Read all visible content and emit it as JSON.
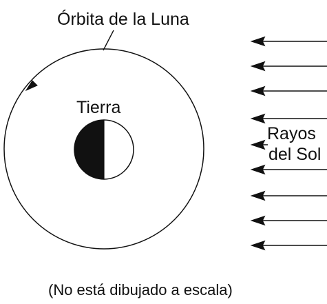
{
  "labels": {
    "orbit": "Órbita de la Luna",
    "earth": "Tierra",
    "rays_line1": "Rayos",
    "rays_line2": "del Sol",
    "note": "(No está dibujado a escala)"
  },
  "colors": {
    "stroke": "#111111",
    "earth_dark_half": "#111111",
    "earth_light_half": "#ffffff",
    "background": "#ffffff"
  },
  "icons": {
    "orbit_direction": "arrowhead-icon",
    "sun_rays": "left-arrow-icon"
  }
}
